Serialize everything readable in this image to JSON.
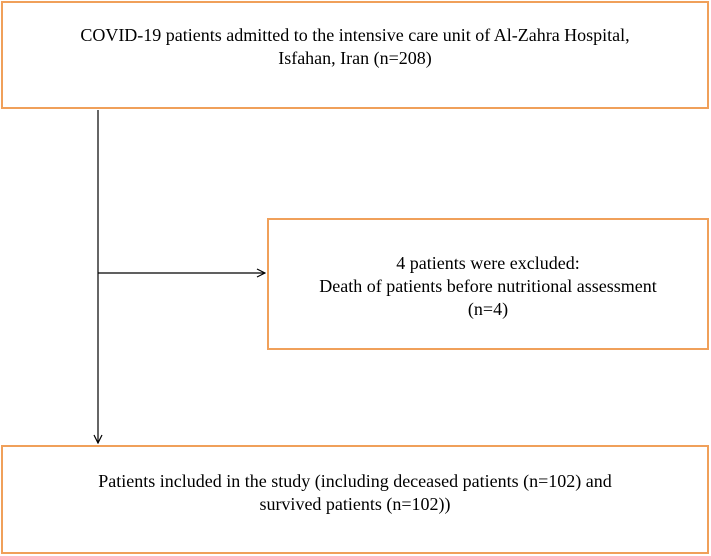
{
  "boxes": {
    "admitted": {
      "line1": "COVID-19 patients admitted to the intensive care unit of Al-Zahra Hospital,",
      "line2": "Isfahan, Iran (n=208)"
    },
    "excluded": {
      "line1": "4 patients were excluded:",
      "line2": "Death of patients before nutritional assessment",
      "line3": "(n=4)"
    },
    "included": {
      "line1": "Patients included in the study (including deceased patients (n=102) and",
      "line2": "survived patients (n=102))"
    }
  },
  "colors": {
    "box_border": "#F0A05A",
    "connector": "#000000",
    "text": "#000000"
  }
}
